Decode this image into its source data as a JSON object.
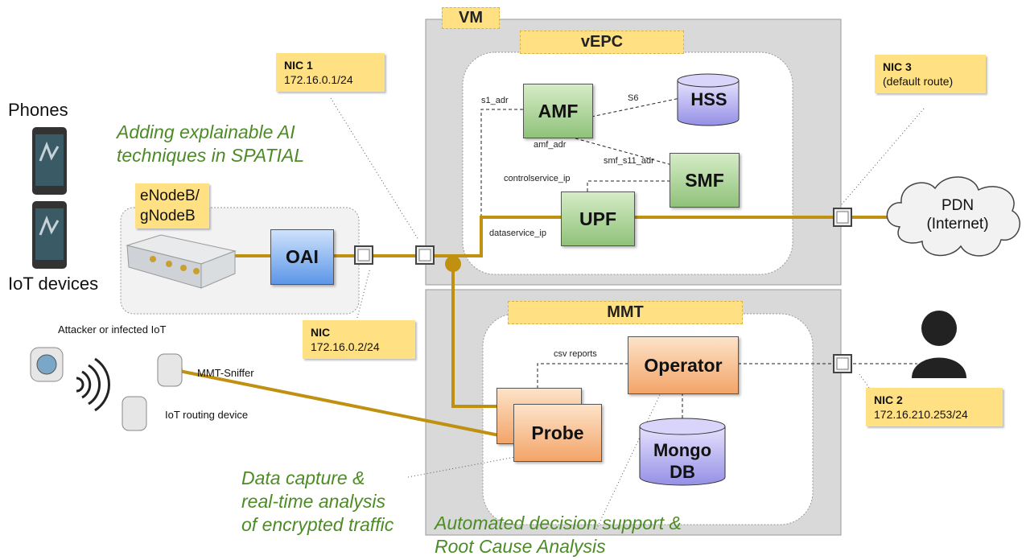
{
  "vm_label": "VM",
  "vepc_label": "vEPC",
  "mmt_label": "MMT",
  "components": {
    "amf": "AMF",
    "hss": "HSS",
    "smf": "SMF",
    "upf": "UPF",
    "oai": "OAI",
    "operator": "Operator",
    "probe": "Probe",
    "mongo_line1": "Mongo",
    "mongo_line2": "DB",
    "pdn_line1": "PDN",
    "pdn_line2": "(Internet)",
    "enodeb_line1": "eNodeB/",
    "enodeb_line2": "gNodeB"
  },
  "link_labels": {
    "s1_adr": "s1_adr",
    "s6": "S6",
    "amf_adr": "amf_adr",
    "smf_s11_adr": "smf_s11_adr",
    "controlservice_ip": "controlservice_ip",
    "dataservice_ip": "dataservice_ip",
    "csv_reports": "csv reports"
  },
  "notes": {
    "nic1_title": "NIC 1",
    "nic1_addr": "172.16.0.1/24",
    "nic3_title": "NIC 3",
    "nic3_addr": "(default route)",
    "nic_title": "NIC",
    "nic_addr": "172.16.0.2/24",
    "nic2_title": "NIC 2",
    "nic2_addr": "172.16.210.253/24"
  },
  "devices": {
    "phones": "Phones",
    "iot_devices": "IoT devices",
    "attacker": "Attacker or infected IoT",
    "mmt_sniffer": "MMT-Sniffer",
    "iot_routing": "IoT routing device"
  },
  "annotations": {
    "xai_line1": "Adding explainable AI",
    "xai_line2": "techniques in SPATIAL",
    "capture_line1": "Data capture &",
    "capture_line2": "real-time analysis",
    "capture_line3": "of encrypted traffic",
    "decision_line1": "Automated decision support &",
    "decision_line2": "Root Cause Analysis"
  },
  "colors": {
    "link_gold": "#c09010",
    "note_yellow": "#ffe082",
    "annotation_green": "#4c8b25",
    "vm_gray": "#d9d9d9"
  }
}
